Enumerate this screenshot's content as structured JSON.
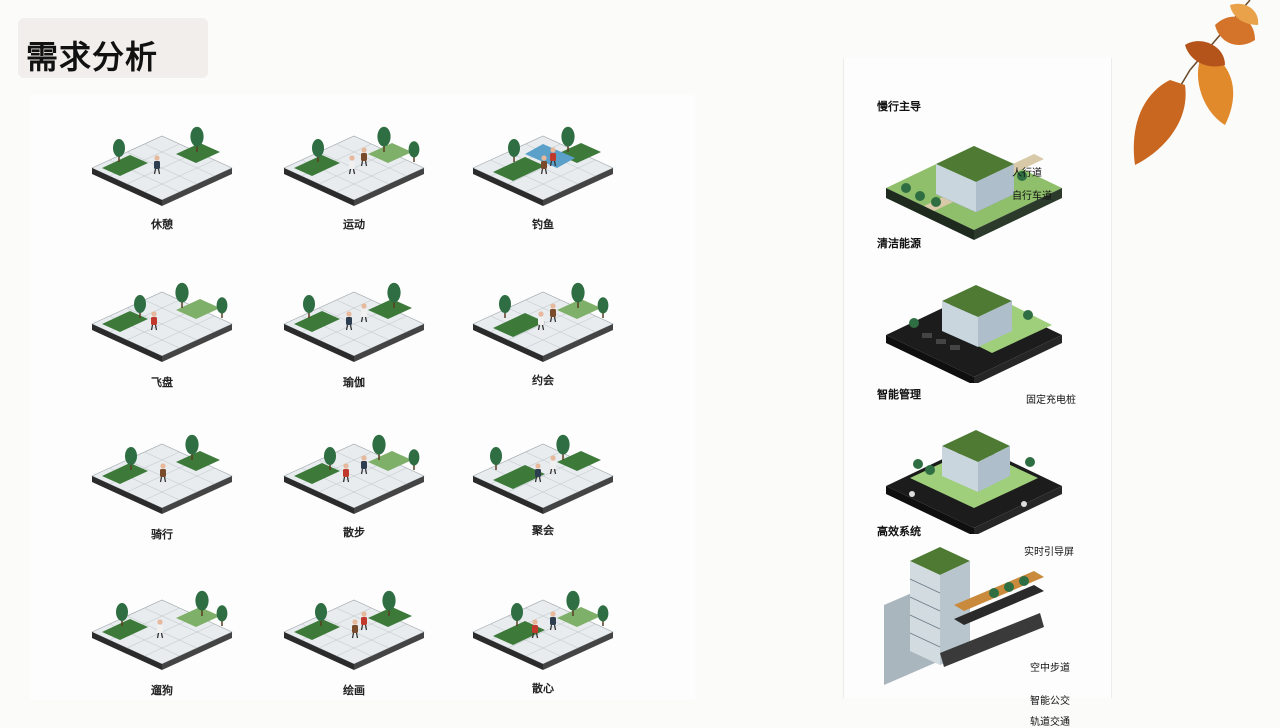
{
  "page": {
    "title": "需求分析"
  },
  "activities": [
    {
      "label": "休憩",
      "scene": "rest"
    },
    {
      "label": "运动",
      "scene": "sport"
    },
    {
      "label": "钓鱼",
      "scene": "fish"
    },
    {
      "label": "飞盘",
      "scene": "frisbee"
    },
    {
      "label": "瑜伽",
      "scene": "yoga"
    },
    {
      "label": "约会",
      "scene": "date"
    },
    {
      "label": "骑行",
      "scene": "bike"
    },
    {
      "label": "散步",
      "scene": "walk"
    },
    {
      "label": "聚会",
      "scene": "party"
    },
    {
      "label": "遛狗",
      "scene": "dog"
    },
    {
      "label": "绘画",
      "scene": "paint"
    },
    {
      "label": "散心",
      "scene": "relax"
    }
  ],
  "strategies": [
    {
      "title": "慢行主导",
      "callouts": [
        "人行道",
        "自行车道"
      ]
    },
    {
      "title": "清洁能源",
      "callouts": [
        "固定充电桩"
      ]
    },
    {
      "title": "智能管理",
      "callouts": [
        "实时引导屏"
      ]
    },
    {
      "title": "高效系统",
      "callouts": [
        "空中步道",
        "智能公交",
        "轨道交通"
      ]
    }
  ],
  "colors": {
    "grass": "#3d7a3a",
    "grass_light": "#7fb069",
    "paving": "#e8ecef",
    "tree": "#2f6e43",
    "base_edge": "#1e2a1e",
    "road": "#1c1c1c",
    "leaf": "#d9822b"
  }
}
